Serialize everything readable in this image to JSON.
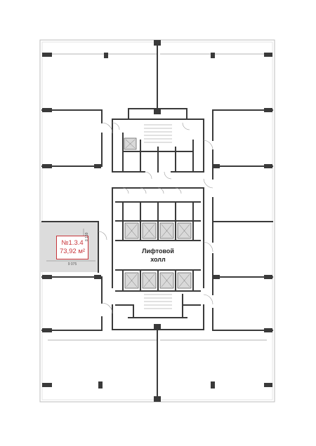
{
  "unit": {
    "number": "№1.3.4",
    "area": "73,92 м²",
    "dim_width": "9 075",
    "dim_height": "8 159"
  },
  "hall": {
    "line1": "Лифтовой",
    "line2": "холл"
  },
  "colors": {
    "wall": "#3a3a3a",
    "thin_line": "#9a9a9a",
    "highlight_fill": "#dcdcdc",
    "highlight_border": "#c8343a"
  },
  "icons": [
    "elevator-icon",
    "stairs-icon",
    "door-swing-icon"
  ]
}
